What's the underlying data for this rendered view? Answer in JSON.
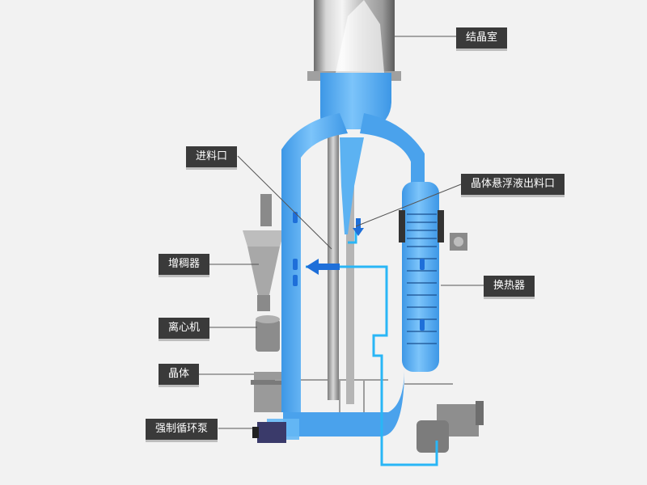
{
  "labels": {
    "crystallization_chamber": "结晶室",
    "feed_inlet": "进料口",
    "crystal_slurry_outlet": "晶体悬浮液出料口",
    "thickener": "增稠器",
    "heat_exchanger": "换热器",
    "centrifuge": "离心机",
    "crystal": "晶体",
    "forced_circulation_pump": "强制循环泵"
  },
  "colors": {
    "background": "#f2f2f2",
    "label_bg": "#3a3a3a",
    "label_text": "#ffffff",
    "liquid": "#4aa8f0",
    "pipe": "#29b6f6",
    "equipment": "#9e9e9e",
    "arrow": "#1e6fd9"
  }
}
